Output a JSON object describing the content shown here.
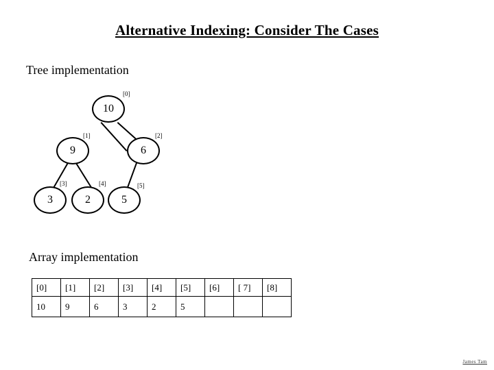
{
  "slide": {
    "title": "Alternative Indexing: Consider The Cases",
    "tree_section_label": "Tree implementation",
    "array_section_label": "Array implementation",
    "footer_note": "James Tam"
  },
  "tree": {
    "nodes": [
      {
        "index_label": "[0]",
        "value": "10"
      },
      {
        "index_label": "[1]",
        "value": "9"
      },
      {
        "index_label": "[2]",
        "value": "6"
      },
      {
        "index_label": "[3]",
        "value": "3"
      },
      {
        "index_label": "[4]",
        "value": "2"
      },
      {
        "index_label": "[5]",
        "value": "5"
      }
    ]
  },
  "array": {
    "headers": [
      "[0]",
      "[1]",
      "[2]",
      "[3]",
      "[4]",
      "[5]",
      "[6]",
      "[ 7]",
      "[8]"
    ],
    "values": [
      "10",
      "9",
      "6",
      "3",
      "2",
      "5",
      "",
      "",
      ""
    ]
  }
}
